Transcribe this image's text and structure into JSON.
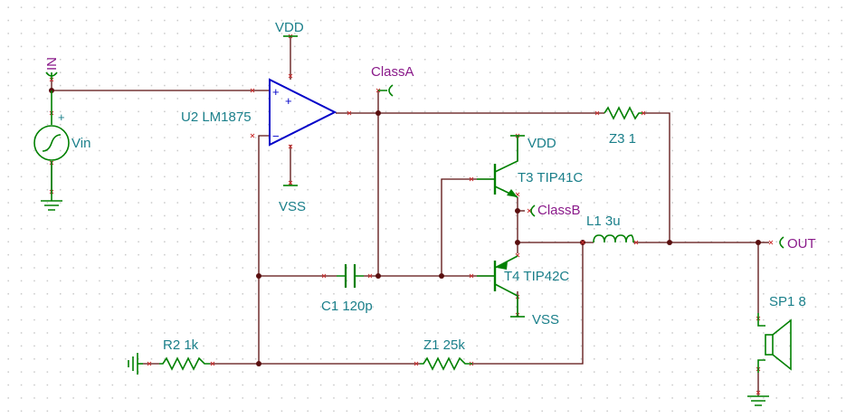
{
  "nets": {
    "input": "IN",
    "output": "OUT",
    "class_a": "ClassA",
    "class_b": "ClassB"
  },
  "rails": {
    "opamp_vdd": "VDD",
    "opamp_vss": "VSS",
    "t3_vdd": "VDD",
    "t4_vss": "VSS"
  },
  "components": {
    "source": {
      "label": "Vin",
      "polarity": "+"
    },
    "opamp": {
      "label": "U2 LM1875",
      "in_plus": "+",
      "in_minus": "−",
      "supply_plus": "+"
    },
    "t3": {
      "label": "T3 TIP41C"
    },
    "t4": {
      "label": "T4 TIP42C"
    },
    "c1": {
      "label": "C1 120p"
    },
    "r2": {
      "label": "R2 1k"
    },
    "z1": {
      "label": "Z1 25k"
    },
    "z3": {
      "label": "Z3 1"
    },
    "l1": {
      "label": "L1 3u"
    },
    "sp1": {
      "label": "SP1 8"
    }
  },
  "colors": {
    "wire": "#5a0f0f",
    "component": "#008000",
    "opamp": "#0000c8",
    "label": "#1a7f8a",
    "net_label": "#8a1a8a"
  }
}
